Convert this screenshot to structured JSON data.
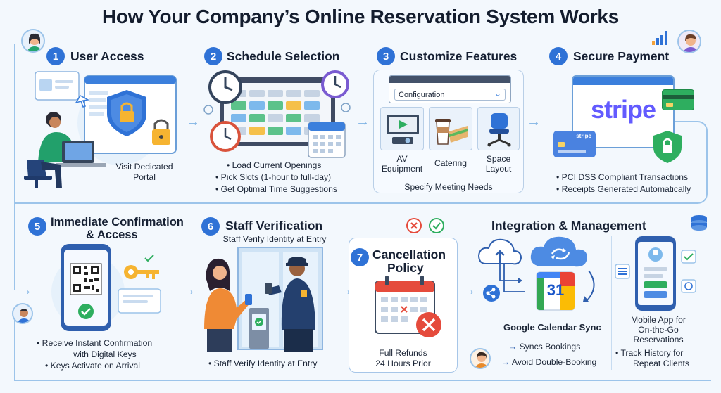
{
  "title": "How Your Company’s Online Reservation System Works",
  "steps": {
    "s1": {
      "num": "1",
      "title": "User Access",
      "caption_line1": "Visit Dedicated",
      "caption_line2": "Portal"
    },
    "s2": {
      "num": "2",
      "title": "Schedule Selection",
      "bullets": [
        "Load Current Openings",
        "Pick Slots (1-hour to full-day)",
        "Get Optimal Time Suggestions"
      ]
    },
    "s3": {
      "num": "3",
      "title": "Customize Features",
      "dropdown": "Configuration",
      "options": [
        {
          "line1": "AV",
          "line2": "Equipment"
        },
        {
          "line1": "Catering",
          "line2": ""
        },
        {
          "line1": "Space",
          "line2": "Layout"
        }
      ],
      "caption": "Specify Meeting Needs"
    },
    "s4": {
      "num": "4",
      "title": "Secure Payment",
      "brand": "stripe",
      "card_brand": "stripe",
      "bullets": [
        "PCI DSS Compliant Transactions",
        "Receipts Generated Automatically"
      ]
    },
    "s5": {
      "num": "5",
      "title_line1": "Immediate Confirmation",
      "title_line2": "& Access",
      "bullets": [
        {
          "l1": "Receive Instant Confirmation",
          "l2": "with Digital Keys"
        },
        {
          "l1": "Keys Activate on Arrival",
          "l2": ""
        }
      ]
    },
    "s6": {
      "num": "6",
      "title": "Staff Verification",
      "subtitle": "Staff Verify Identity at Entry",
      "bullet": "Staff Verify Identity at Entry"
    },
    "s7": {
      "num": "7",
      "title_line1": "Cancellation",
      "title_line2": "Policy",
      "caption_line1": "Full Refunds",
      "caption_line2": "24 Hours Prior"
    },
    "s8": {
      "title": "Integration & Management",
      "calendar_day": "31",
      "calendar_label": "Google Calendar Sync",
      "sync_items": [
        "Syncs Bookings",
        "Avoid Double-Booking"
      ],
      "mobile_lines": [
        "Mobile App for",
        "On-the-Go",
        "Reservations"
      ],
      "track_lines": [
        "Track History for",
        "Repeat Clients"
      ]
    }
  },
  "colors": {
    "accent": "#2f72d6",
    "line": "#9cc4ea",
    "green": "#2eae5f",
    "red": "#e54b3c",
    "stripe": "#635bff"
  }
}
